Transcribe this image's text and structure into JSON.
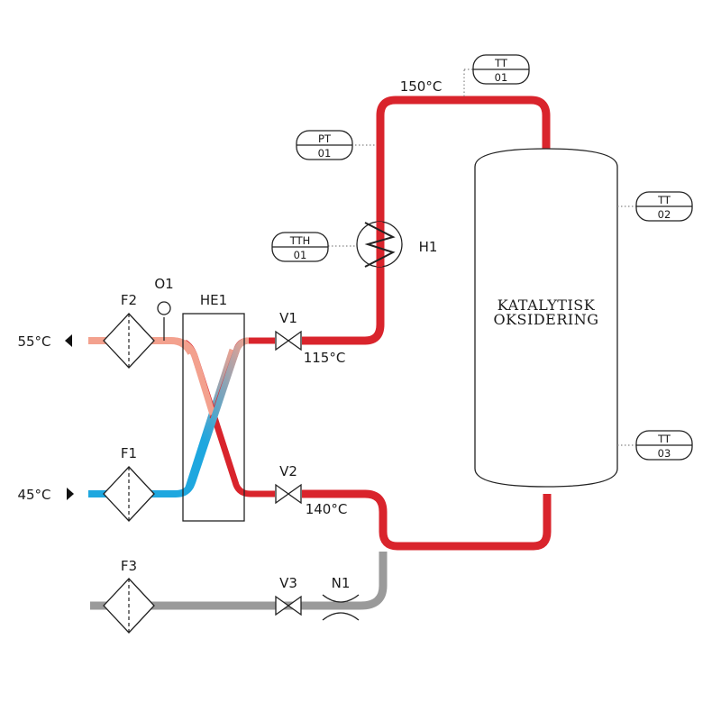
{
  "diagram": {
    "vessel": {
      "line1": "KATALYTISK",
      "line2": "OKSIDERING"
    },
    "temperatures": {
      "top": "150°C",
      "after_v1": "115°C",
      "after_v2": "140°C",
      "out_55": "55°C",
      "in_45": "45°C"
    },
    "components": {
      "filter_f1": "F1",
      "filter_f2": "F2",
      "filter_f3": "F3",
      "heat_exchanger": "HE1",
      "valve_v1": "V1",
      "valve_v2": "V2",
      "valve_v3": "V3",
      "heater": "H1",
      "nozzle": "N1",
      "gauge": "O1"
    },
    "instruments": {
      "tt01": {
        "top": "TT",
        "bottom": "01"
      },
      "pt01": {
        "top": "PT",
        "bottom": "01"
      },
      "tth01": {
        "top": "TTH",
        "bottom": "01"
      },
      "tt02": {
        "top": "TT",
        "bottom": "02"
      },
      "tt03": {
        "top": "TT",
        "bottom": "03"
      }
    },
    "colors": {
      "hot_pipe": "#d9242c",
      "warm_pipe": "#f3a18e",
      "cold_pipe": "#1ea7df",
      "gray_pipe": "#9a9a9a"
    }
  }
}
